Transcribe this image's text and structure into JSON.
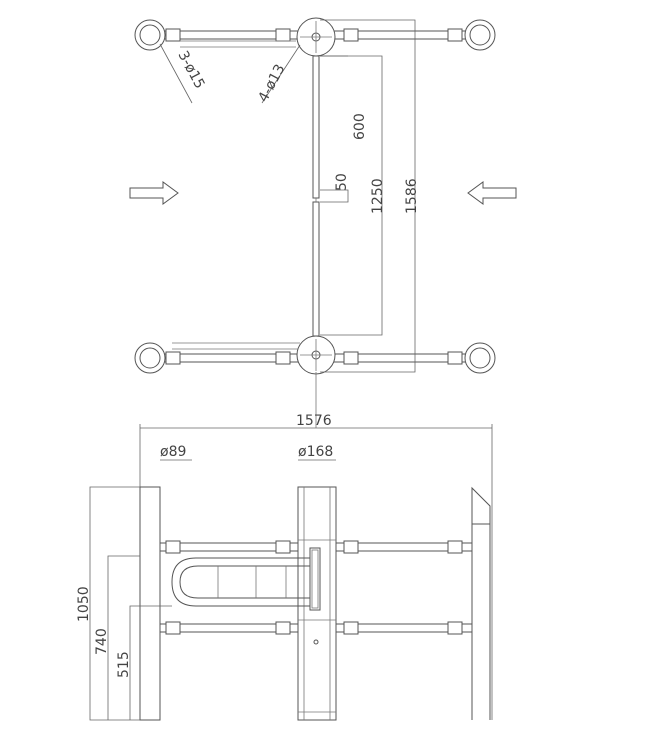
{
  "plan_view": {
    "dimensions": {
      "hole_small": "3-ø15",
      "hole_large": "4-ø13",
      "width_600": "600",
      "width_50": "50",
      "width_1250": "1250",
      "width_1586": "1586"
    },
    "arrows": {
      "left": "arrow-right-icon",
      "right": "arrow-left-icon"
    }
  },
  "elevation_view": {
    "dimensions": {
      "overall_width": "1576",
      "post_small": "ø89",
      "post_large": "ø168",
      "height_1050": "1050",
      "height_740": "740",
      "height_515": "515"
    }
  },
  "colors": {
    "line": "#555555",
    "background": "#ffffff"
  }
}
